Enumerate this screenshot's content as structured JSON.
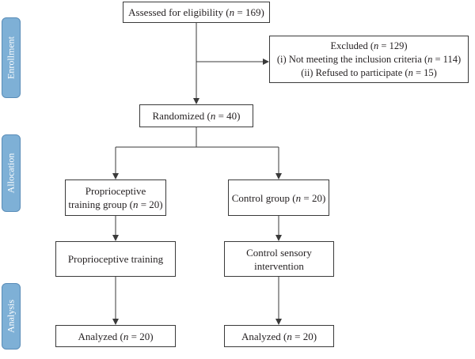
{
  "stages": {
    "enrollment": "Enrollment",
    "allocation": "Allocation",
    "analysis": "Analysis"
  },
  "boxes": {
    "assessed": {
      "text": "Assessed for eligibility (",
      "n": "n",
      "rest": " = 169)"
    },
    "excluded": {
      "line1": {
        "text": "Excluded (",
        "n": "n",
        "rest": " = 129)"
      },
      "line2": {
        "text": "(i) Not meeting the inclusion criteria (",
        "n": "n",
        "rest": " = 114)"
      },
      "line3": {
        "text": "(ii) Refused to participate (",
        "n": "n",
        "rest": " = 15)"
      }
    },
    "randomized": {
      "text": "Randomized (",
      "n": "n",
      "rest": " = 40)"
    },
    "proprio_group": {
      "line1": "Proprioceptive",
      "line2": {
        "text": "training group (",
        "n": "n",
        "rest": " = 20)"
      }
    },
    "control_group": {
      "text": "Control group (",
      "n": "n",
      "rest": " = 20)"
    },
    "proprio_training": "Proprioceptive training",
    "control_intervention": {
      "line1": "Control sensory",
      "line2": "intervention"
    },
    "analyzed_left": {
      "text": "Analyzed (",
      "n": "n",
      "rest": " = 20)"
    },
    "analyzed_right": {
      "text": "Analyzed (",
      "n": "n",
      "rest": " = 20)"
    }
  }
}
